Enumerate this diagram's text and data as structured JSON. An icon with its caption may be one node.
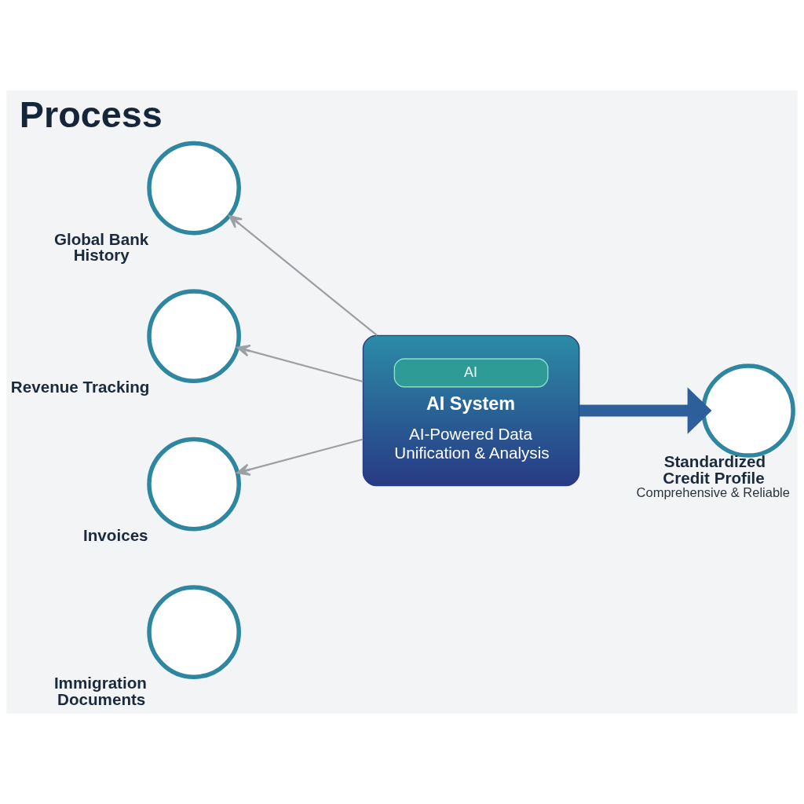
{
  "diagram": {
    "title": "Process",
    "nodes": [
      {
        "text": [],
        "shape": "circle",
        "beside": [
          "Global Bank History"
        ]
      },
      {
        "text": [],
        "shape": "circle",
        "beside": [
          "Revenue Tracking"
        ]
      },
      {
        "text": [],
        "shape": "circle",
        "beside": [
          "Invoices"
        ]
      },
      {
        "text": [],
        "shape": "circle",
        "beside": [
          "Immigration Documents"
        ]
      },
      {
        "text": [
          "AI",
          "AI System",
          "AI-Powered Data Unification & Analysis"
        ]
      },
      {
        "text": [],
        "shape": "circle",
        "beside": [
          "Standardized Credit Profile",
          "Comprehensive & Reliable"
        ]
      }
    ],
    "edges": [
      {
        "from": 4,
        "to": 0,
        "arrow": "to"
      },
      {
        "from": 4,
        "to": 1,
        "arrow": "to"
      },
      {
        "from": 4,
        "to": 2,
        "arrow": "to"
      },
      {
        "from": 4,
        "to": 5,
        "arrow": "to",
        "style": "thick",
        "color": "#2d5f9a"
      }
    ]
  }
}
